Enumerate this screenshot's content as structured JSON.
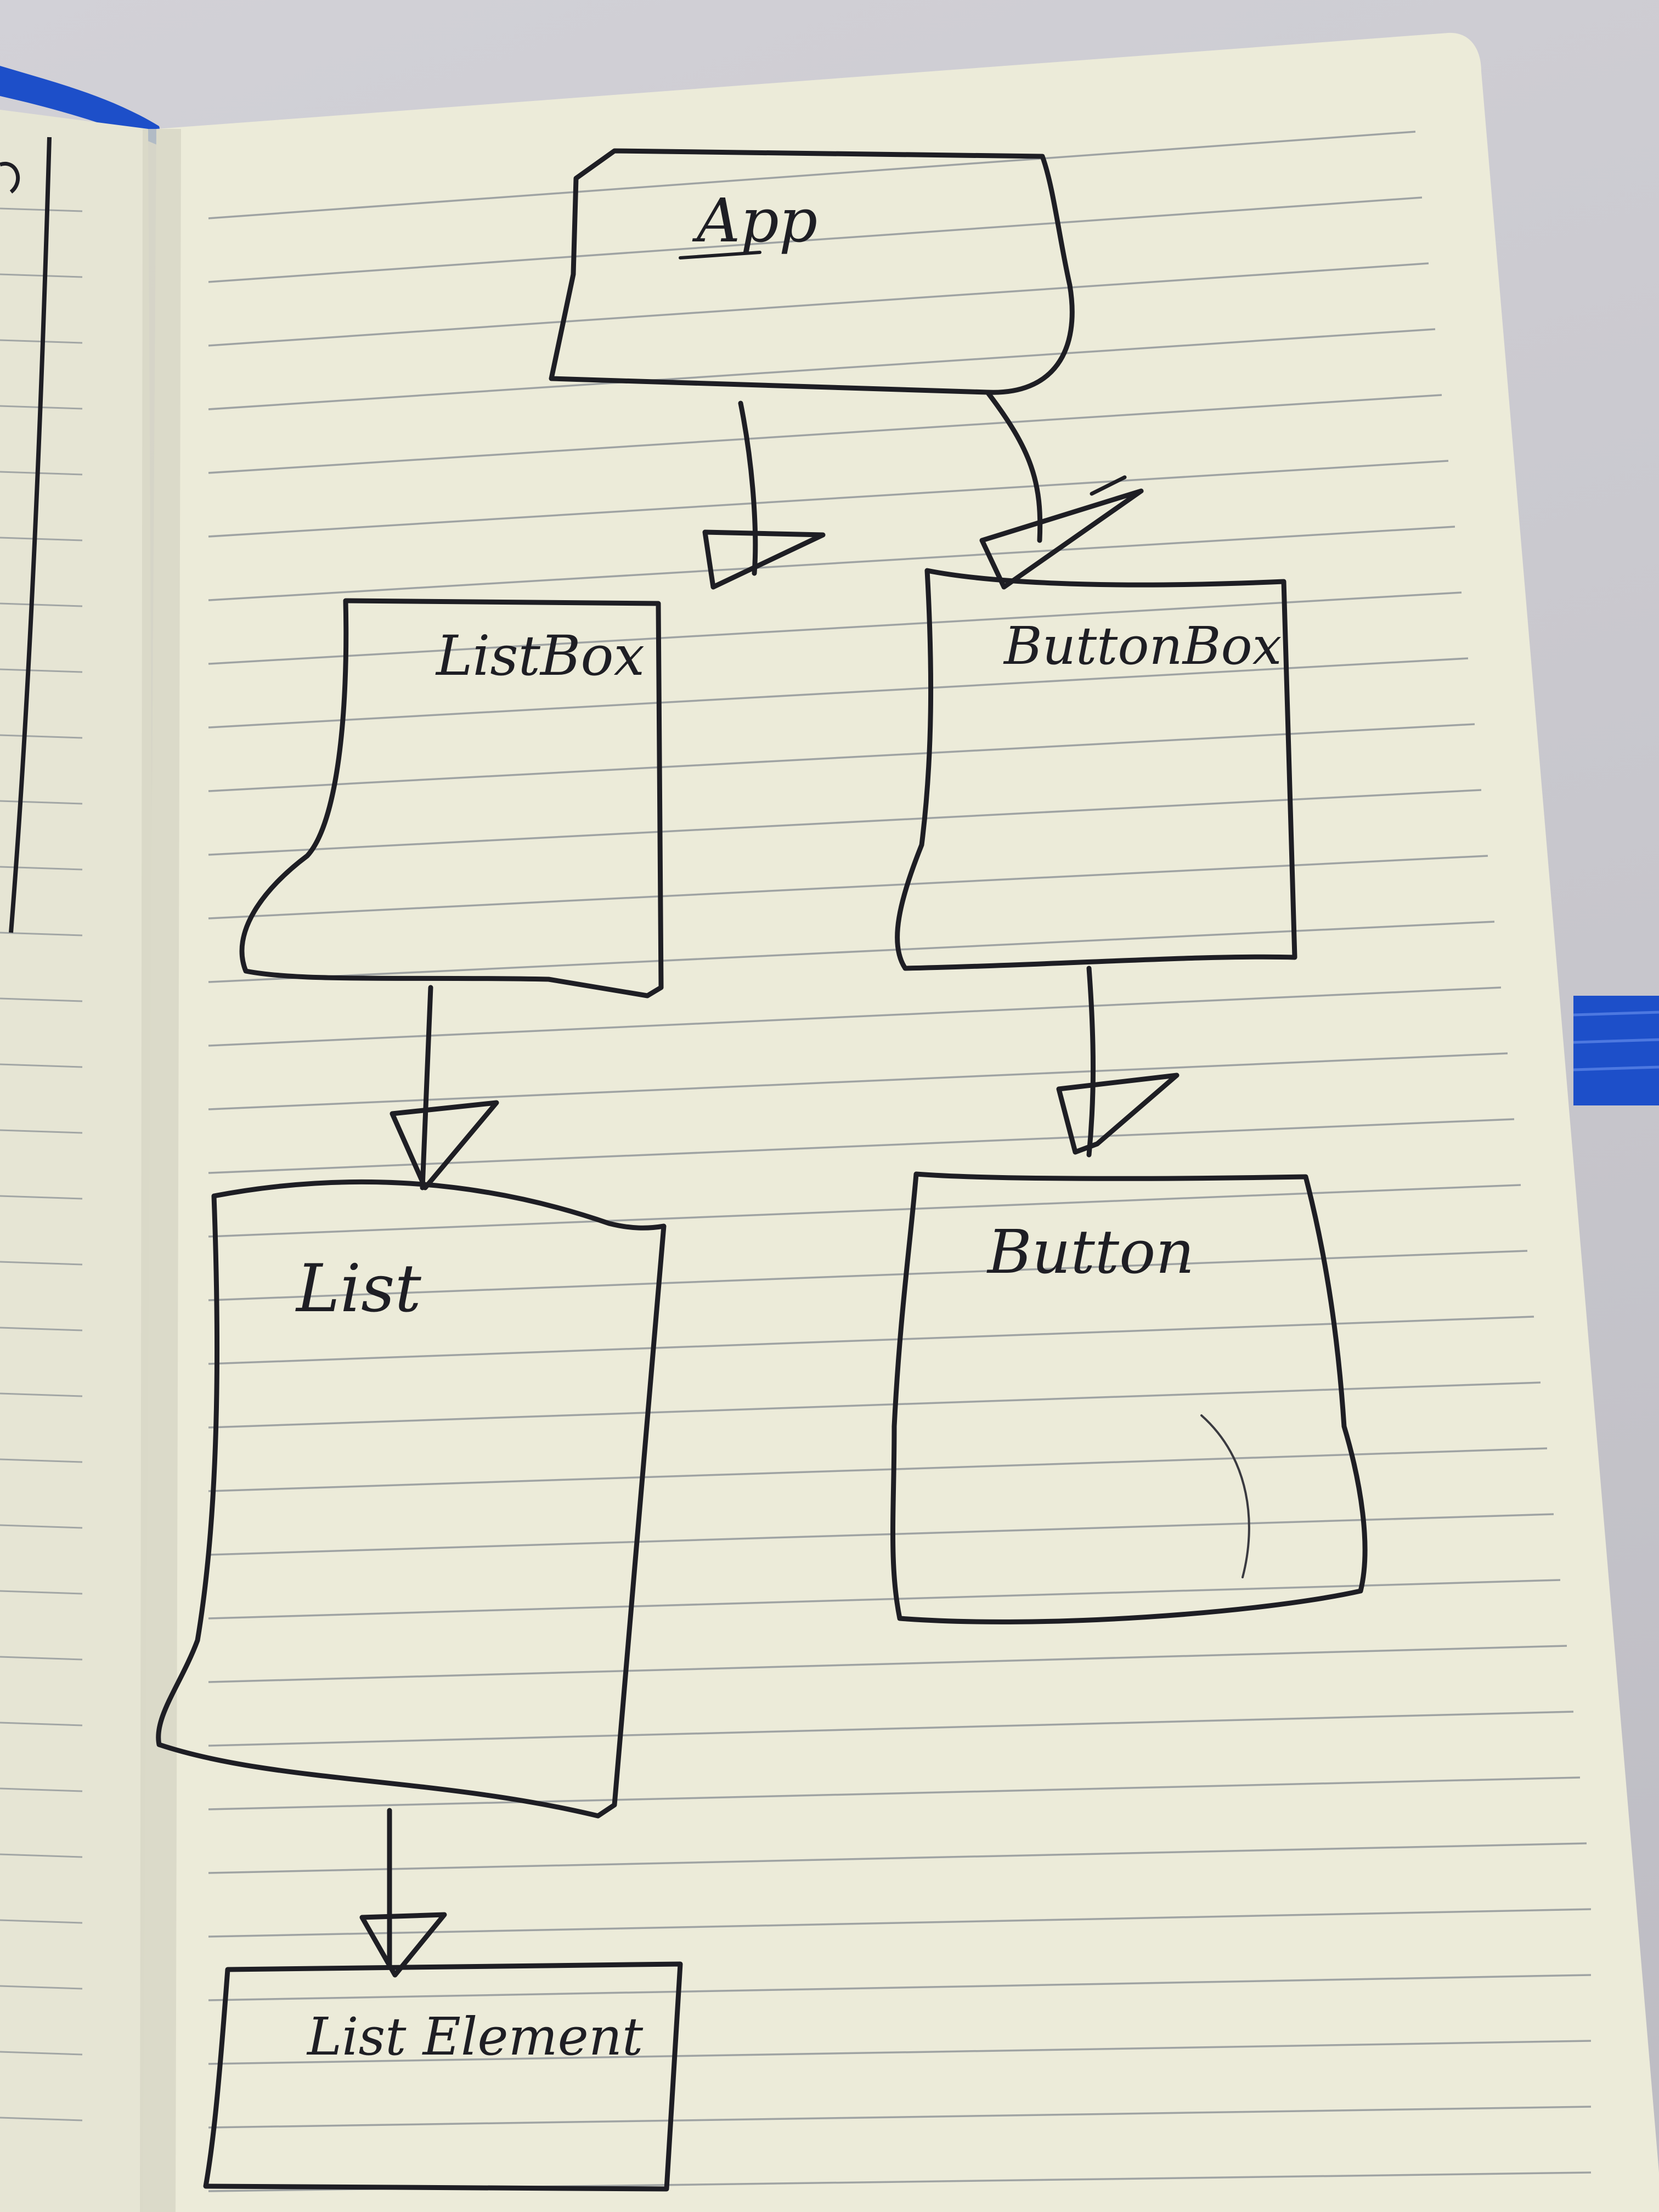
{
  "diagram": {
    "kind": "hand-drawn flowchart in a lined notebook",
    "ink_color": "#1e1e24",
    "paper_color": "#ecebd9",
    "rule_color": "#6c7480",
    "ribbon_color": "#1d4fc9",
    "nodes": [
      {
        "id": "app",
        "label": "App"
      },
      {
        "id": "listbox",
        "label": "ListBox"
      },
      {
        "id": "buttonbox",
        "label": "ButtonBox"
      },
      {
        "id": "list",
        "label": "List"
      },
      {
        "id": "button",
        "label": "Button"
      },
      {
        "id": "listelement",
        "label": "List Element"
      }
    ],
    "edges": [
      {
        "from": "app",
        "to": "listbox"
      },
      {
        "from": "app",
        "to": "buttonbox"
      },
      {
        "from": "listbox",
        "to": "list"
      },
      {
        "from": "buttonbox",
        "to": "button"
      },
      {
        "from": "list",
        "to": "listelement"
      }
    ]
  }
}
